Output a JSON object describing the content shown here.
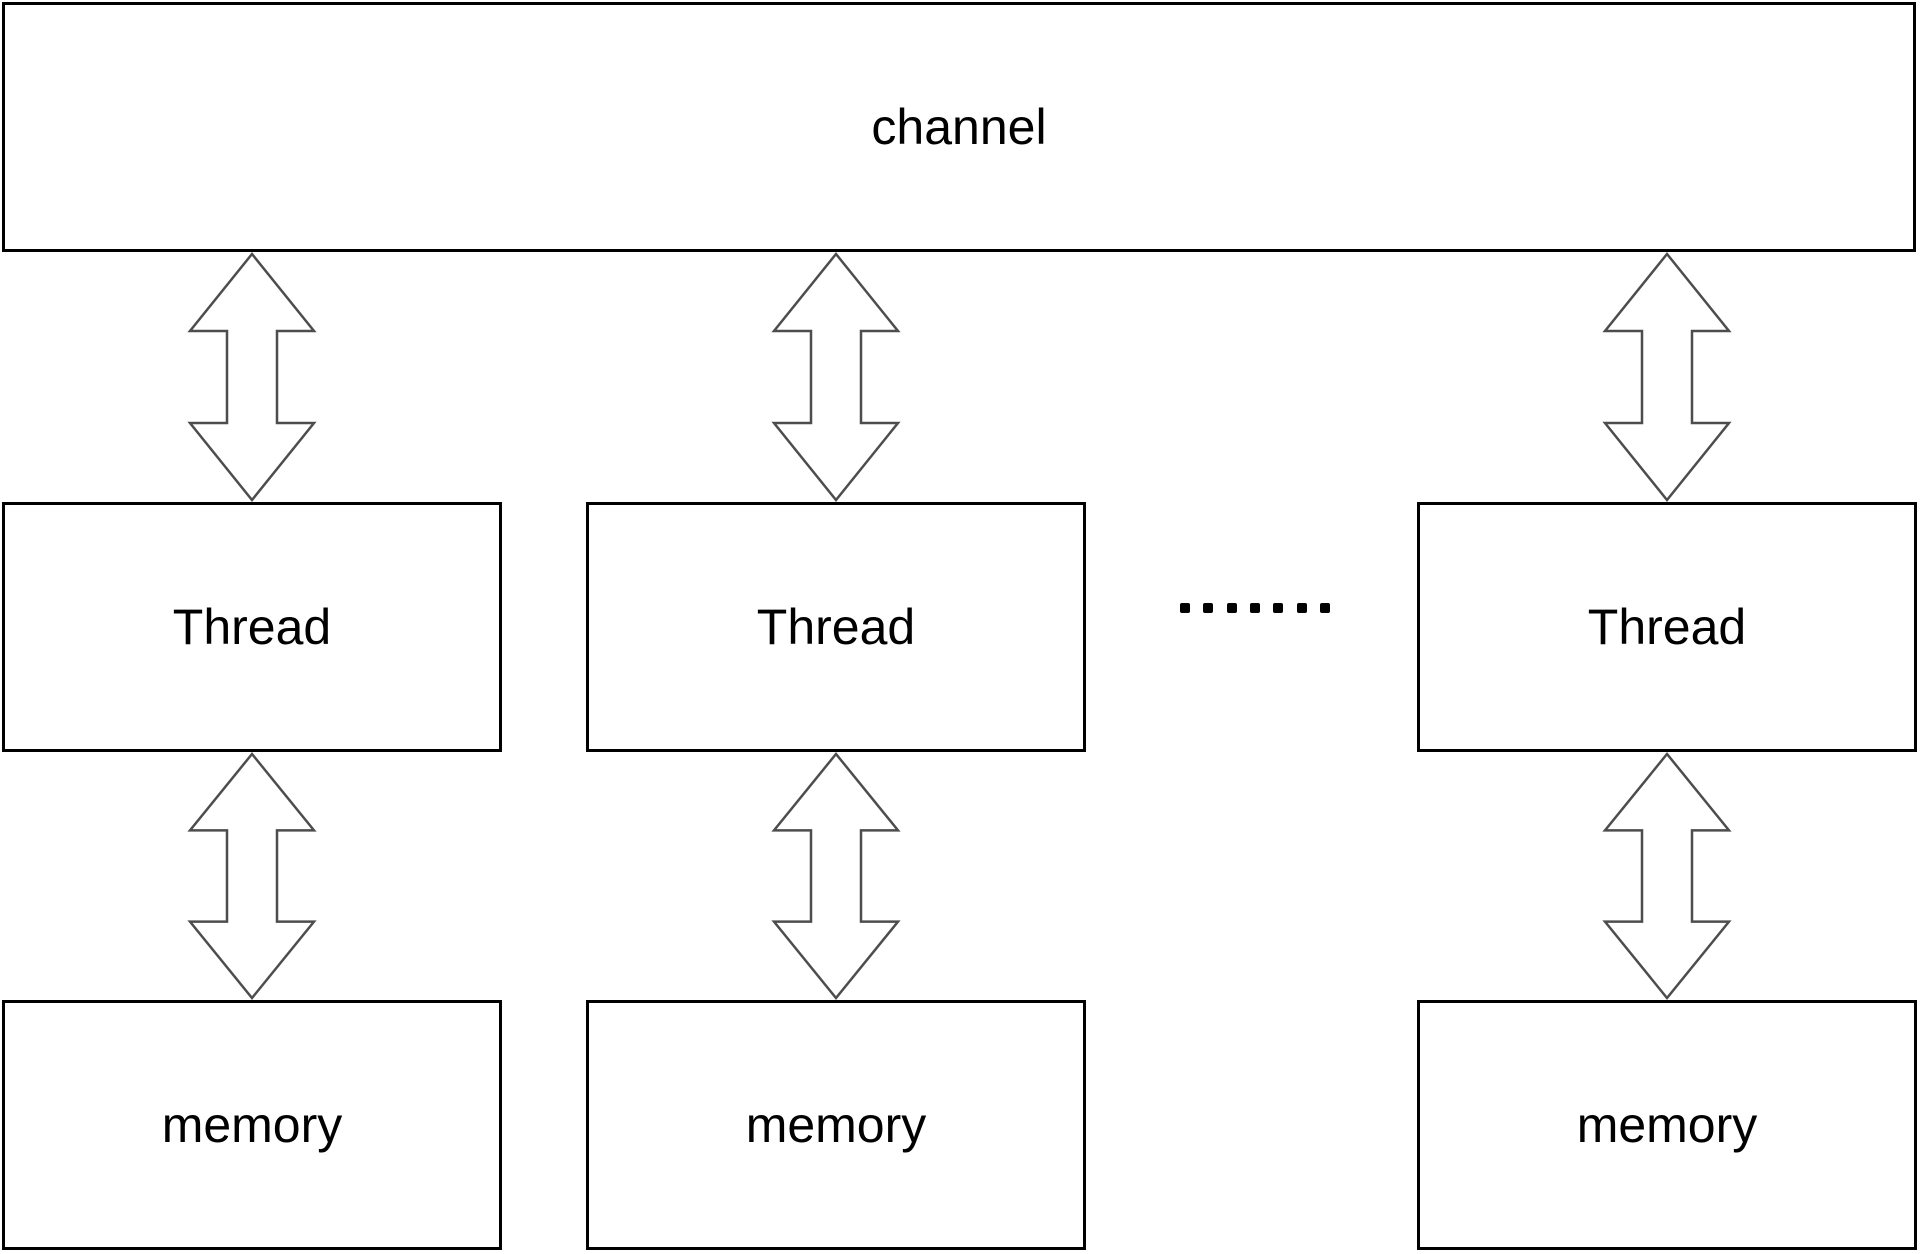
{
  "diagram": {
    "title": "channel-thread-memory architecture diagram",
    "background_color": "#ffffff",
    "node_border_color": "#000000",
    "node_fill_color": "#ffffff",
    "text_color": "#000000",
    "arrow_stroke_color": "#4d4d4d",
    "channel": {
      "label": "channel"
    },
    "columns": [
      {
        "thread_label": "Thread",
        "memory_label": "memory"
      },
      {
        "thread_label": "Thread",
        "memory_label": "memory"
      },
      {
        "thread_label": "Thread",
        "memory_label": "memory"
      }
    ],
    "ellipsis": {
      "dot_count": 7,
      "dots_text": "·······"
    }
  }
}
